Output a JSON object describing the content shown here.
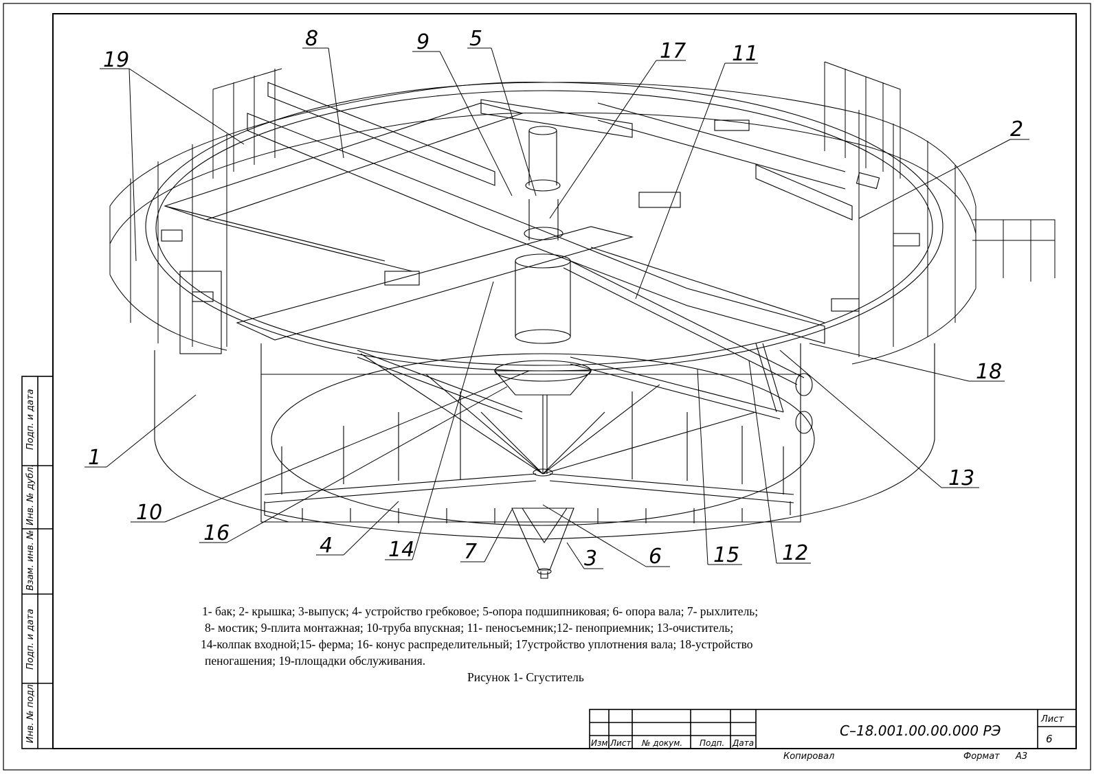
{
  "callouts": [
    "1",
    "2",
    "3",
    "4",
    "5",
    "6",
    "7",
    "8",
    "9",
    "10",
    "11",
    "12",
    "13",
    "14",
    "15",
    "16",
    "17",
    "18",
    "19"
  ],
  "caption": {
    "line1": "1- бак; 2- крышка; 3-выпуск; 4- устройство гребковое; 5-опора подшипниковая; 6- опора вала; 7- рыхлитель;",
    "line2": "8- мостик; 9-плита монтажная; 10-труба впускная; 11- пеносъемник;12- пеноприемник; 13-очиститель;",
    "line3": "14-колпак входной;15- ферма; 16- конус распределительный; 17устройство уплотнения вала; 18-устройство",
    "line4": "пеногашения; 19-площадки обслуживания.",
    "figure_title": "Рисунок 1- Сгуститель"
  },
  "side_stamp": [
    "Подп. и дата",
    "Инв. № дубл.",
    "Взам. инв. №",
    "Подп. и дата",
    "Инв. № подл."
  ],
  "title_block": {
    "columns": [
      "Изм.",
      "Лист",
      "№ докум.",
      "Подп.",
      "Дата"
    ],
    "designation": "С–18.001.00.00.000 РЭ",
    "sheet_label": "Лист",
    "sheet_number": "6",
    "copied_label": "Копировал",
    "format_label": "Формат",
    "format_value": "А3"
  }
}
